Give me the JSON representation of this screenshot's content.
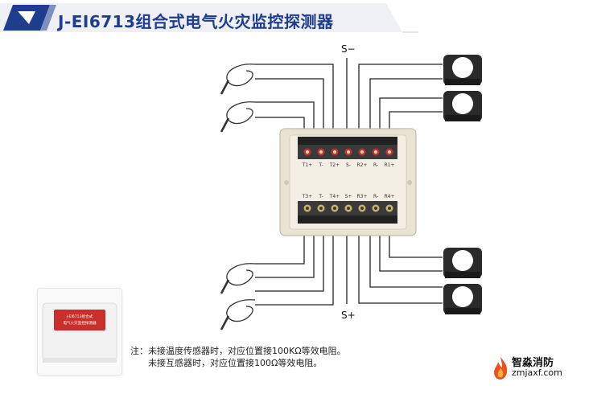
{
  "header": {
    "title": "J-EI6713组合式电气火灾监控探测器"
  },
  "bus_labels": {
    "top": "S−",
    "bottom": "S+"
  },
  "terminals": {
    "top": [
      "T1+",
      "T-",
      "T2+",
      "S-",
      "R2+",
      "R-",
      "R1+"
    ],
    "bottom": [
      "T3+",
      "T-",
      "T4+",
      "S+",
      "R3+",
      "R-",
      "R4+"
    ]
  },
  "product_label": {
    "lines": [
      "J-EI6713组合式",
      "电气火灾监控探测器"
    ]
  },
  "note": {
    "line1": "注：未接温度传感器时，对应位置接100KΩ等效电阻。",
    "line2": "　　未接互感器时，对应位置接100Ω等效电阻。"
  },
  "watermark": {
    "name": "智淼消防",
    "url": "zmjaxf.com"
  },
  "colors": {
    "brand_blue": "#1f3c8f",
    "terminal_red": "#c8312b",
    "accent_orange": "#e8531e"
  }
}
